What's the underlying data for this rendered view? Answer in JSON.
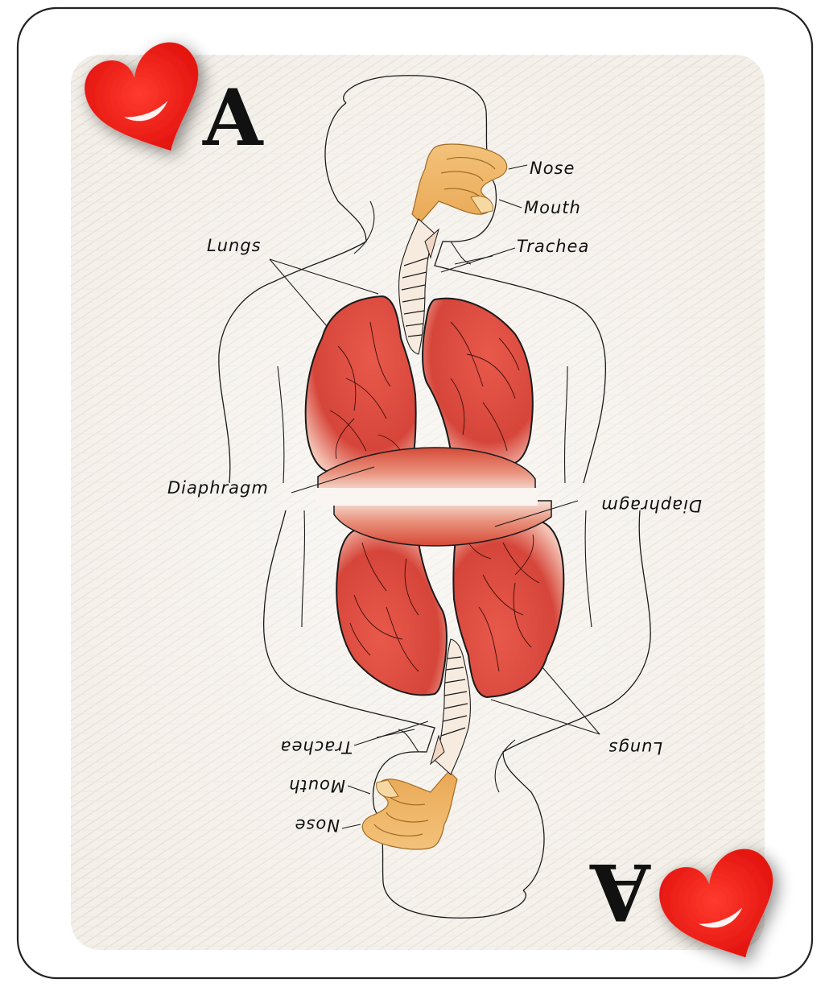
{
  "card": {
    "rank": "A",
    "suit_icon": "heart-icon",
    "colors": {
      "heart": "#e8130f",
      "lung": "#d9473a",
      "nasal": "#f0b868",
      "outline": "#1a1a1a",
      "face": "#f3efe9"
    }
  },
  "labels_top": {
    "nose": "Nose",
    "mouth": "Mouth",
    "lungs": "Lungs",
    "trachea": "Trachea",
    "diaphragm": "Diaphragm"
  },
  "labels_bottom": {
    "nose": "Nose",
    "mouth": "Mouth",
    "lungs": "Lungs",
    "trachea": "Trachea",
    "diaphragm": "Diaphragm"
  }
}
